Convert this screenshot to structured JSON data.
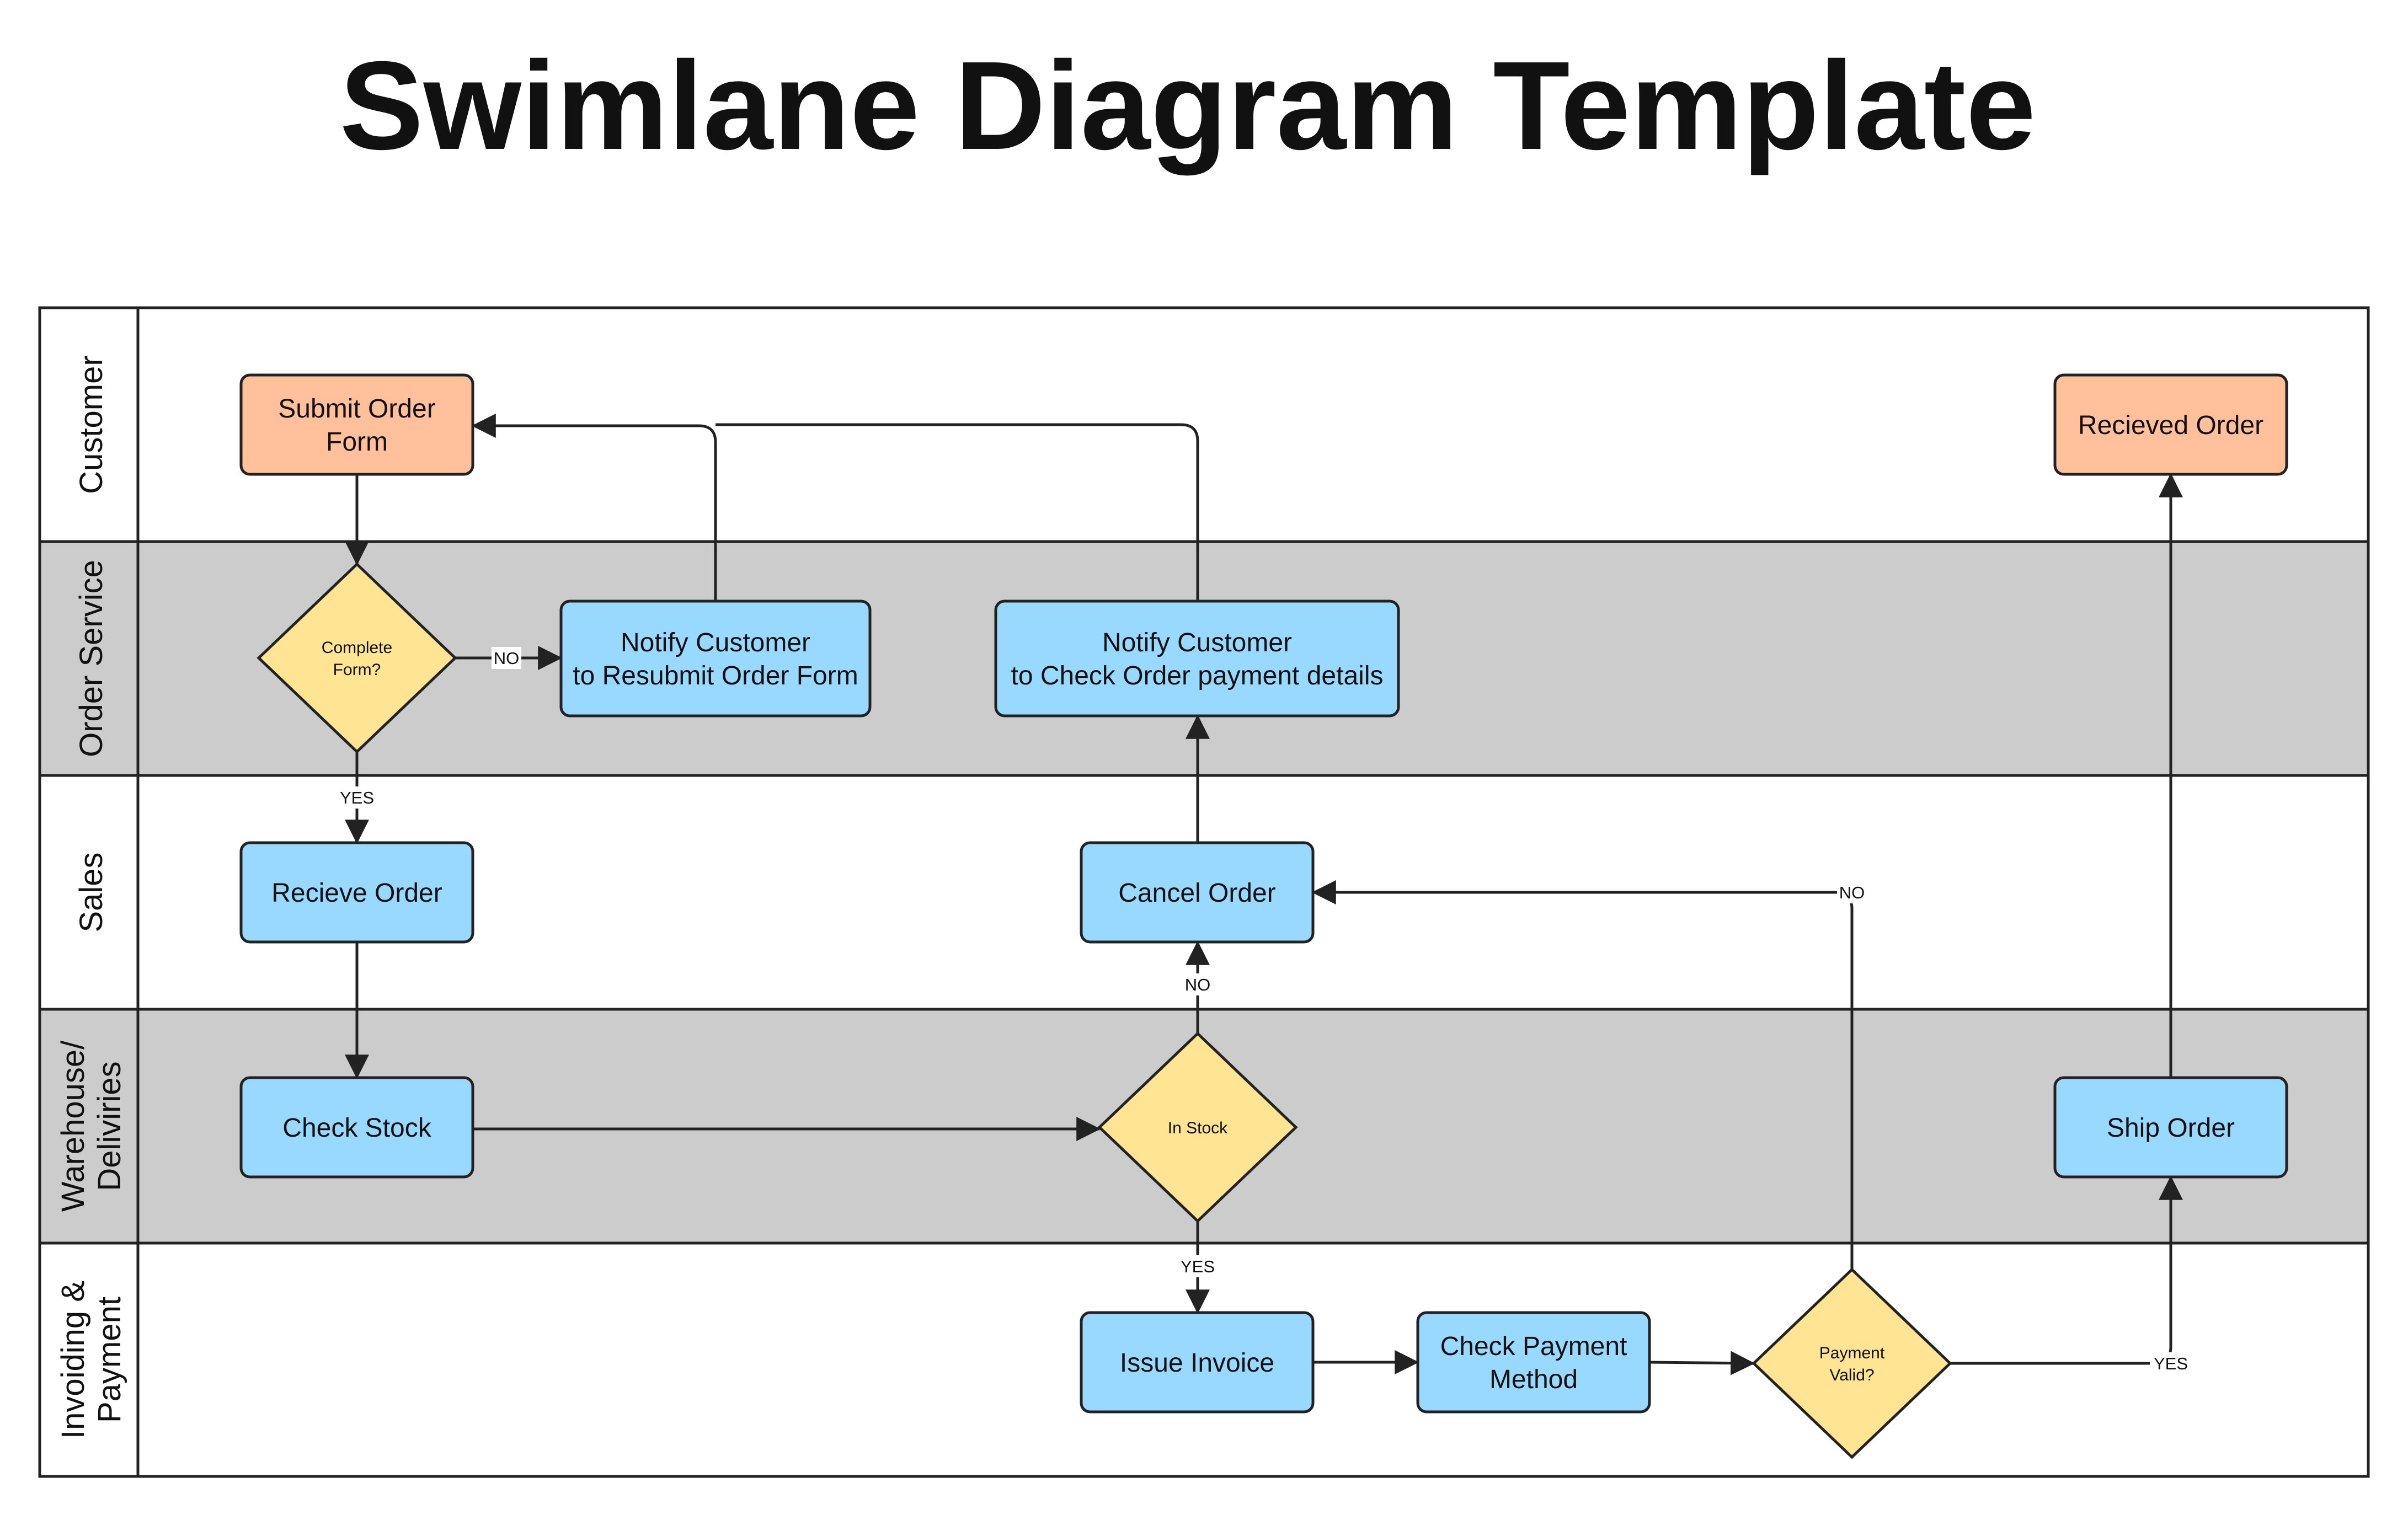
{
  "title": "Swimlane Diagram Template",
  "colors": {
    "lane_white": "#ffffff",
    "lane_gray": "#cccccc",
    "terminal": "#ffc09b",
    "process": "#99d9ff",
    "decision": "#ffe593",
    "stroke": "#222222"
  },
  "lanes": [
    {
      "id": "customer",
      "label_lines": [
        "Customer"
      ],
      "shade": "lane_white"
    },
    {
      "id": "order_service",
      "label_lines": [
        "Order Service"
      ],
      "shade": "lane_gray"
    },
    {
      "id": "sales",
      "label_lines": [
        "Sales"
      ],
      "shade": "lane_white"
    },
    {
      "id": "warehouse",
      "label_lines": [
        "Warehouse/",
        "Deliviries"
      ],
      "shade": "lane_gray"
    },
    {
      "id": "invoicing",
      "label_lines": [
        "Invoiding &",
        "Payment"
      ],
      "shade": "lane_white"
    }
  ],
  "nodes": [
    {
      "id": "submit_order",
      "shape": "terminal",
      "lines": [
        "Submit Order",
        "Form"
      ]
    },
    {
      "id": "received_order",
      "shape": "terminal",
      "lines": [
        "Recieved Order"
      ]
    },
    {
      "id": "complete_form",
      "shape": "decision",
      "lines": [
        "Complete",
        "Form?"
      ]
    },
    {
      "id": "notify_resubmit",
      "shape": "process",
      "lines": [
        "Notify Customer",
        "to Resubmit Order Form"
      ]
    },
    {
      "id": "notify_payment",
      "shape": "process",
      "lines": [
        "Notify Customer",
        "to Check Order payment details"
      ]
    },
    {
      "id": "receive_order",
      "shape": "process",
      "lines": [
        "Recieve Order"
      ]
    },
    {
      "id": "cancel_order",
      "shape": "process",
      "lines": [
        "Cancel Order"
      ]
    },
    {
      "id": "check_stock",
      "shape": "process",
      "lines": [
        "Check Stock"
      ]
    },
    {
      "id": "in_stock",
      "shape": "decision",
      "lines": [
        "In Stock"
      ]
    },
    {
      "id": "ship_order",
      "shape": "process",
      "lines": [
        "Ship Order"
      ]
    },
    {
      "id": "issue_invoice",
      "shape": "process",
      "lines": [
        "Issue Invoice"
      ]
    },
    {
      "id": "check_payment",
      "shape": "process",
      "lines": [
        "Check Payment",
        "Method"
      ]
    },
    {
      "id": "payment_valid",
      "shape": "decision",
      "lines": [
        "Payment",
        "Valid?"
      ]
    }
  ],
  "edges": [
    {
      "id": "submit-to-complete",
      "from": "submit_order",
      "to": "complete_form",
      "label": ""
    },
    {
      "id": "complete-no",
      "from": "complete_form",
      "to": "notify_resubmit",
      "label": "NO"
    },
    {
      "id": "complete-yes",
      "from": "complete_form",
      "to": "receive_order",
      "label": "YES"
    },
    {
      "id": "resubmit-to-submit",
      "from": "notify_resubmit",
      "to": "submit_order",
      "label": ""
    },
    {
      "id": "payment-notice-to-submit",
      "from": "notify_payment",
      "to": "submit_order",
      "label": ""
    },
    {
      "id": "receive-to-check-stock",
      "from": "receive_order",
      "to": "check_stock",
      "label": ""
    },
    {
      "id": "check-stock-to-in-stock",
      "from": "check_stock",
      "to": "in_stock",
      "label": ""
    },
    {
      "id": "in-stock-no",
      "from": "in_stock",
      "to": "cancel_order",
      "label": "NO"
    },
    {
      "id": "in-stock-yes",
      "from": "in_stock",
      "to": "issue_invoice",
      "label": "YES"
    },
    {
      "id": "cancel-to-notify",
      "from": "cancel_order",
      "to": "notify_payment",
      "label": ""
    },
    {
      "id": "invoice-to-check-payment",
      "from": "issue_invoice",
      "to": "check_payment",
      "label": ""
    },
    {
      "id": "check-payment-to-valid",
      "from": "check_payment",
      "to": "payment_valid",
      "label": ""
    },
    {
      "id": "valid-no",
      "from": "payment_valid",
      "to": "cancel_order",
      "label": "NO"
    },
    {
      "id": "valid-yes",
      "from": "payment_valid",
      "to": "ship_order",
      "label": "YES"
    },
    {
      "id": "ship-to-received",
      "from": "ship_order",
      "to": "received_order",
      "label": ""
    }
  ]
}
